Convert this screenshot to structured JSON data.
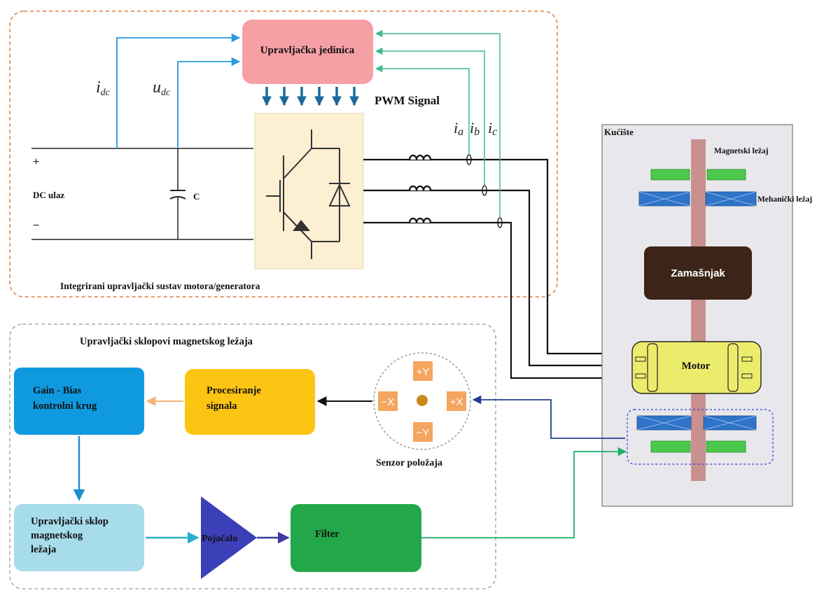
{
  "top_section": {
    "title": "Integrirani upravljački sustav motora/generatora",
    "control_unit": "Upravljačka jedinica",
    "pwm_label": "PWM Signal",
    "i_dc": {
      "main": "i",
      "sub": "dc"
    },
    "u_dc": {
      "main": "u",
      "sub": "dc"
    },
    "i_a": {
      "main": "i",
      "sub": "a"
    },
    "i_b": {
      "main": "i",
      "sub": "b"
    },
    "i_c": {
      "main": "i",
      "sub": "c"
    },
    "dc_input": "DC ulaz",
    "plus": "+",
    "minus": "−",
    "capacitor": "C"
  },
  "bottom_section": {
    "title": "Upravljački sklopovi magnetskog ležaja",
    "gain_bias_line1": "Gain - Bias",
    "gain_bias_line2": "kontrolni krug",
    "signal_proc_line1": "Procesiranje",
    "signal_proc_line2": "signala",
    "sensor_label": "Senzor položaja",
    "sensor_py": "+Y",
    "sensor_ny": "−Y",
    "sensor_px": "+X",
    "sensor_nx": "−X",
    "bearing_ctrl_line1": "Upravljački sklop",
    "bearing_ctrl_line2": "magnetskog",
    "bearing_ctrl_line3": "ležaja",
    "amplifier": "Pojačalo",
    "filter": "Filter"
  },
  "housing": {
    "title": "Kućište",
    "magnetic_bearing": "Magnetski ležaj",
    "mechanical_bearing": "Mehanički ležaj",
    "flywheel": "Zamašnjak",
    "motor": "Motor"
  },
  "colors": {
    "control_unit_fill": "#f6a0a6",
    "inverter_fill": "#fcefd2",
    "pwm_arrow": "#1b6a9a",
    "current_feedback": "#3fb88e",
    "dc_feedback": "#2a9ad8",
    "gain_bias_fill": "#0f9ae0",
    "signal_proc_fill": "#fdc513",
    "bearing_ctrl_fill": "#a7dceb",
    "amplifier_fill": "#3b3fb8",
    "filter_fill": "#22a84b",
    "flywheel_fill": "#3c2418",
    "motor_fill": "#ecec6c",
    "shaft_fill": "#c8918f",
    "housing_fill": "#e8e8ec",
    "mag_bearing_fill": "#4cc84c",
    "mech_bearing_fill": "#2e74c8",
    "sensor_tab_fill": "#f4a560"
  }
}
